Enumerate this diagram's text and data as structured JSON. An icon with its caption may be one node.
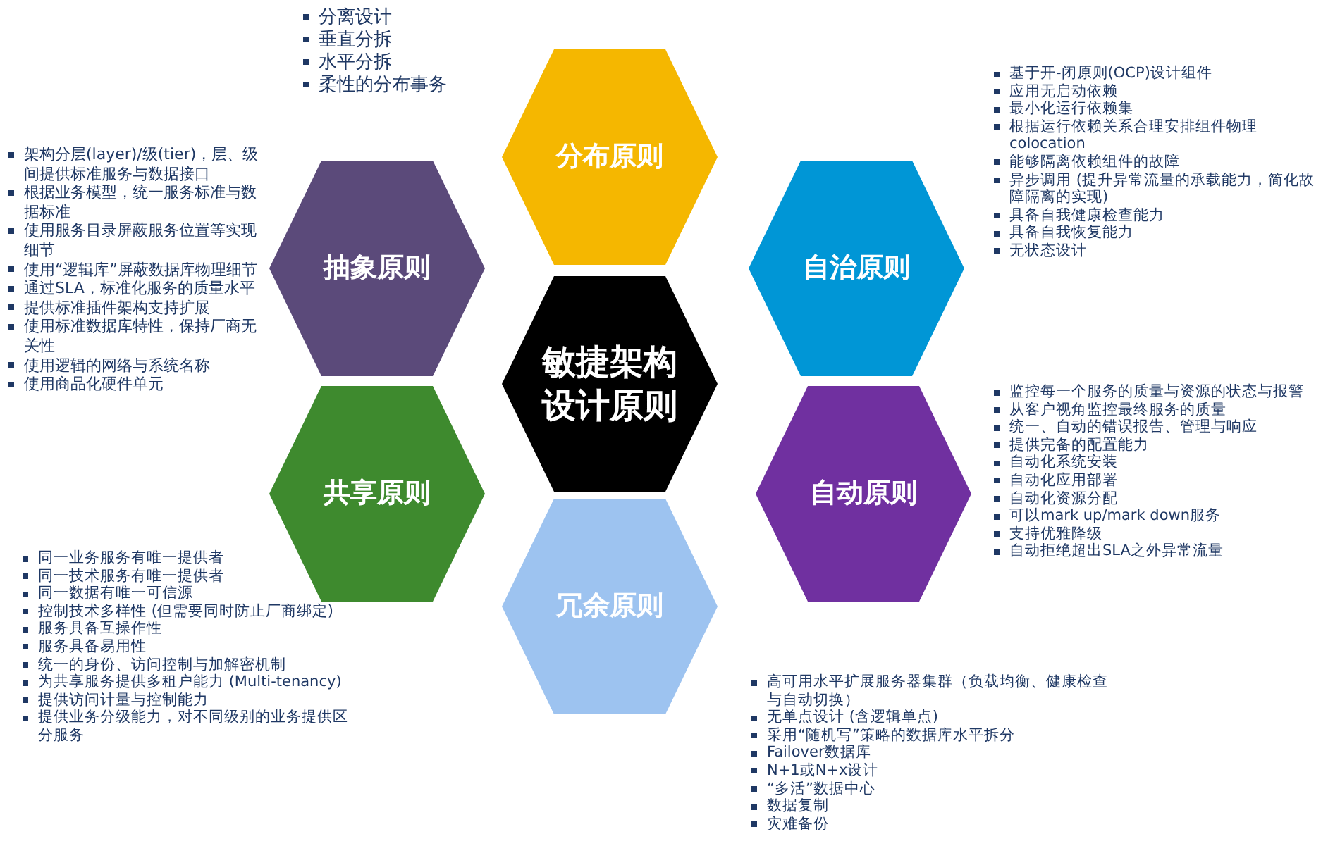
{
  "diagram": {
    "nodes": [
      {
        "text": [
          "敏捷架构设计原则"
        ]
      },
      {
        "text": [
          "分布原则"
        ],
        "beside": [
          "分离设计",
          "垂直分拆",
          "水平分拆",
          "柔性的分布事务"
        ]
      },
      {
        "text": [
          "自治原则"
        ],
        "beside": [
          "基于开-闭原则(OCP)设计组件",
          "应用无启动依赖",
          "最小化运行依赖集",
          "根据运行依赖关系合理安排组件物理 colocation",
          "能够隔离依赖组件的故障",
          "异步调用 (提升异常流量的承载能力，简化故障隔离的实现)",
          "具备自我健康检查能力",
          "具备自我恢复能力",
          "无状态设计"
        ]
      },
      {
        "text": [
          "自动原则"
        ],
        "beside": [
          "监控每一个服务的质量与资源的状态与报警",
          "从客户视角监控最终服务的质量",
          "统一、自动的错误报告、管理与响应",
          "提供完备的配置能力",
          "自动化系统安装",
          "自动化应用部署",
          "自动化资源分配",
          "可以mark up/mark down服务",
          "支持优雅降级",
          "自动拒绝超出SLA之外异常流量"
        ]
      },
      {
        "text": [
          "冗余原则"
        ],
        "beside": [
          "高可用水平扩展服务器集群（负载均衡、健康检查与自动切换）",
          "无单点设计 (含逻辑单点)",
          "采用“随机写”策略的数据库水平拆分",
          "Failover数据库",
          "N+1或N+x设计",
          "“多活”数据中心",
          "数据复制",
          "灾难备份"
        ]
      },
      {
        "text": [
          "共享原则"
        ],
        "beside": [
          "同一业务服务有唯一提供者",
          "同一技术服务有唯一提供者",
          "同一数据有唯一可信源",
          "控制技术多样性 (但需要同时防止厂商绑定)",
          "服务具备互操作性",
          "服务具备易用性",
          "统一的身份、访问控制与加解密机制",
          "为共享服务提供多租户能力 (Multi-tenancy)",
          "提供访问计量与控制能力",
          "提供业务分级能力，对不同级别的业务提供区分服务"
        ]
      },
      {
        "text": [
          "抽象原则"
        ],
        "beside": [
          "架构分层(layer)/级(tier)，层、级间提供标准服务与数据接口",
          "根据业务模型，统一服务标准与数据标准",
          "使用服务目录屏蔽服务位置等实现细节",
          "使用“逻辑库”屏蔽数据库物理细节",
          "通过SLA，标准化服务的质量水平",
          "提供标准插件架构支持扩展",
          "使用标准数据库特性，保持厂商无关性",
          "使用逻辑的网络与系统名称",
          "使用商品化硬件单元"
        ]
      }
    ]
  }
}
